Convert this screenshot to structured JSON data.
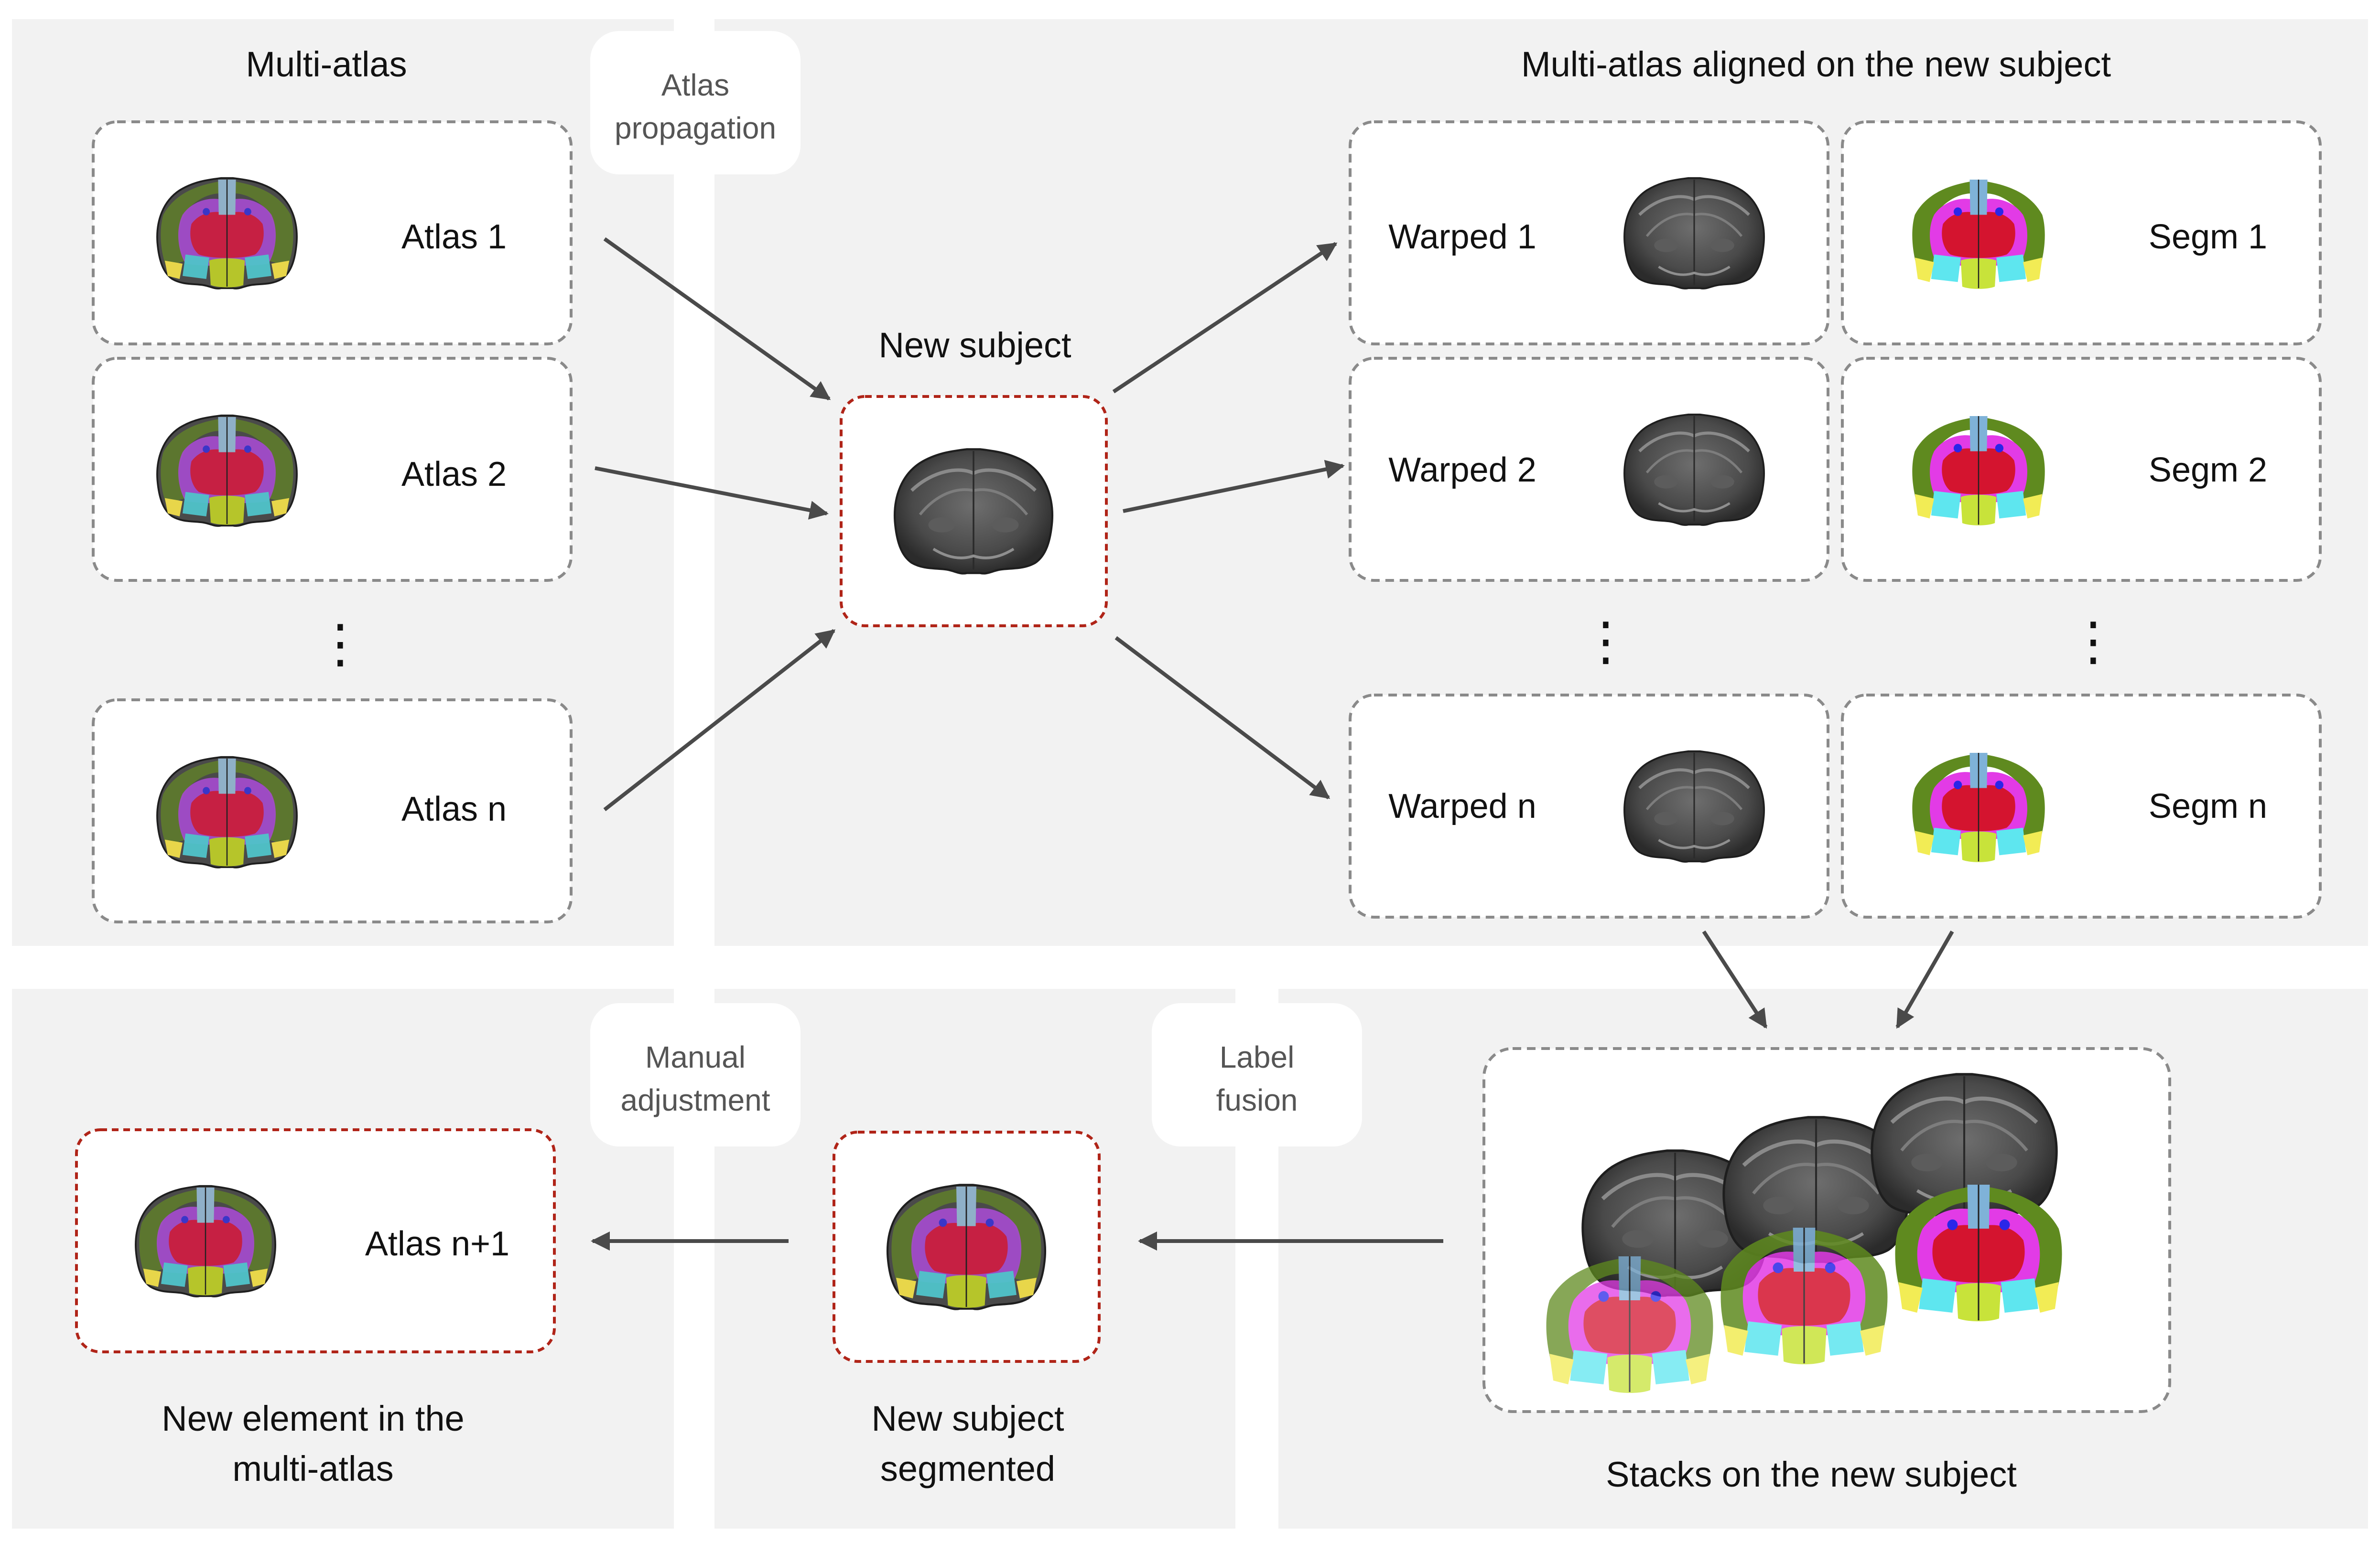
{
  "headings": {
    "multi_atlas": "Multi-atlas",
    "aligned": "Multi-atlas aligned on the new subject",
    "new_subject": "New subject",
    "stacks": "Stacks on the new subject",
    "new_element_line1": "New element in the",
    "new_element_line2": "multi-atlas",
    "segmented_line1": "New subject",
    "segmented_line2": "segmented"
  },
  "steps": {
    "propagation_line1": "Atlas",
    "propagation_line2": "propagation",
    "manual_line1": "Manual",
    "manual_line2": "adjustment",
    "fusion_line1": "Label",
    "fusion_line2": "fusion"
  },
  "atlases": [
    "Atlas 1",
    "Atlas 2",
    "Atlas n"
  ],
  "warped": [
    "Warped 1",
    "Warped 2",
    "Warped n"
  ],
  "segm": [
    "Segm 1",
    "Segm 2",
    "Segm n"
  ],
  "new_atlas": "Atlas n+1",
  "ellipsis": "⋮",
  "colors": {
    "panel_bg": "#f2f2f2",
    "box_border": "#8a8a8a",
    "red_border": "#b02418",
    "arrow": "#4a4a4a"
  }
}
